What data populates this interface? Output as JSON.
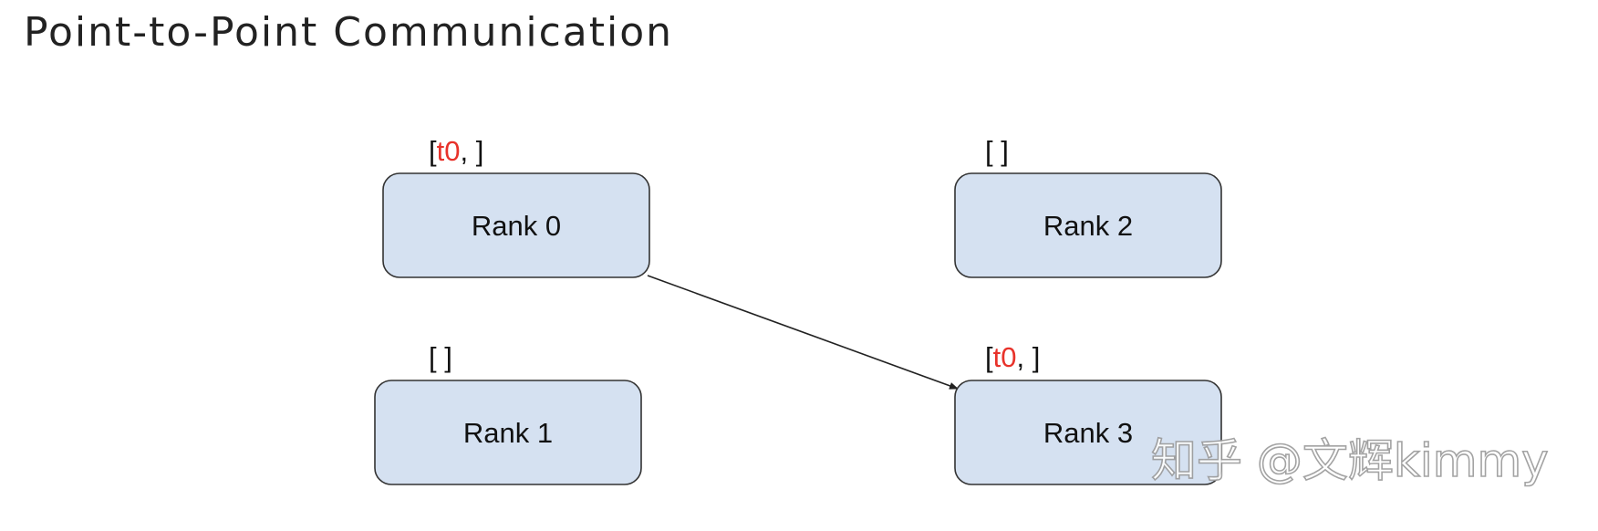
{
  "title": "Point-to-Point Communication",
  "nodes": [
    {
      "id": "rank0",
      "label": "Rank 0",
      "buffer_open": "[",
      "buffer_item": "t0",
      "buffer_rest": ", ]"
    },
    {
      "id": "rank1",
      "label": "Rank 1",
      "buffer_open": "[",
      "buffer_item": "",
      "buffer_rest": " ]"
    },
    {
      "id": "rank2",
      "label": "Rank 2",
      "buffer_open": "[",
      "buffer_item": "",
      "buffer_rest": " ]"
    },
    {
      "id": "rank3",
      "label": "Rank 3",
      "buffer_open": "[",
      "buffer_item": "t0",
      "buffer_rest": ", ]"
    }
  ],
  "edges": [
    {
      "from": "Rank 0",
      "to": "Rank 3"
    }
  ],
  "watermark": "知乎 @文辉kimmy",
  "colors": {
    "node_fill": "#d5e1f1",
    "node_stroke": "#333333",
    "tensor_highlight": "#e8322a"
  }
}
